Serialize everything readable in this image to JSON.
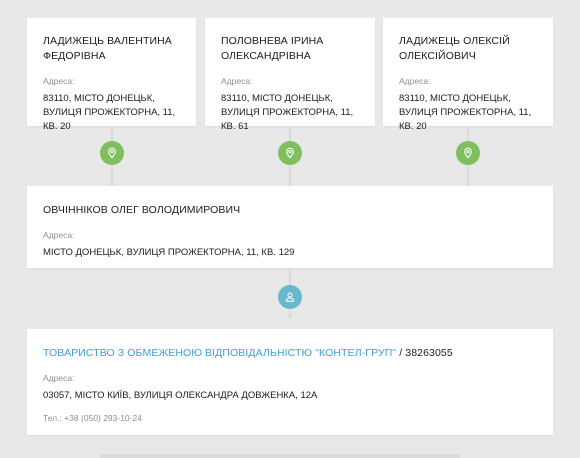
{
  "cards": {
    "top": [
      {
        "name": "ЛАДИЖЕЦЬ ВАЛЕНТИНА ФЕДОРІВНА",
        "address_label": "Адреса:",
        "address": "83110, МІСТО ДОНЕЦЬК, ВУЛИЦЯ ПРОЖЕКТОРНА, 11, КВ. 20"
      },
      {
        "name": "ПОЛОВНЕВА ІРИНА ОЛЕКСАНДРІВНА",
        "address_label": "Адреса:",
        "address": "83110, МІСТО ДОНЕЦЬК, ВУЛИЦЯ ПРОЖЕКТОРНА, 11, КВ. 61"
      },
      {
        "name": "ЛАДИЖЕЦЬ ОЛЕКСІЙ ОЛЕКСІЙОВИЧ",
        "address_label": "Адреса:",
        "address": "83110, МІСТО ДОНЕЦЬК, ВУЛИЦЯ ПРОЖЕКТОРНА, 11, КВ. 20"
      }
    ],
    "middle": {
      "name": "ОВЧІННІКОВ ОЛЕГ ВОЛОДИМИРОВИЧ",
      "address_label": "Адреса:",
      "address": "МІСТО ДОНЕЦЬК, ВУЛИЦЯ ПРОЖЕКТОРНА, 11, КВ. 129"
    },
    "bottom": {
      "company_link": "ТОВАРИСТВО З ОБМЕЖЕНОЮ ВІДПОВІДАЛЬНІСТЮ \"КОНТЕЛ-ГРУП\"",
      "code": " / 38263055",
      "address_label": "Адреса:",
      "address": "03057, МІСТО КИЇВ, ВУЛИЦЯ ОЛЕКСАНДРА ДОВЖЕНКА, 12А",
      "phone": "Тел.: +38 (050) 293-10-24"
    }
  },
  "icons": {
    "address_pin": "map-pin-icon",
    "person": "person-icon"
  },
  "colors": {
    "background": "#e9e8e9",
    "card": "#ffffff",
    "pin_green": "#7fbf5e",
    "pin_blue": "#67b8cf",
    "link": "#3ea0d6"
  }
}
